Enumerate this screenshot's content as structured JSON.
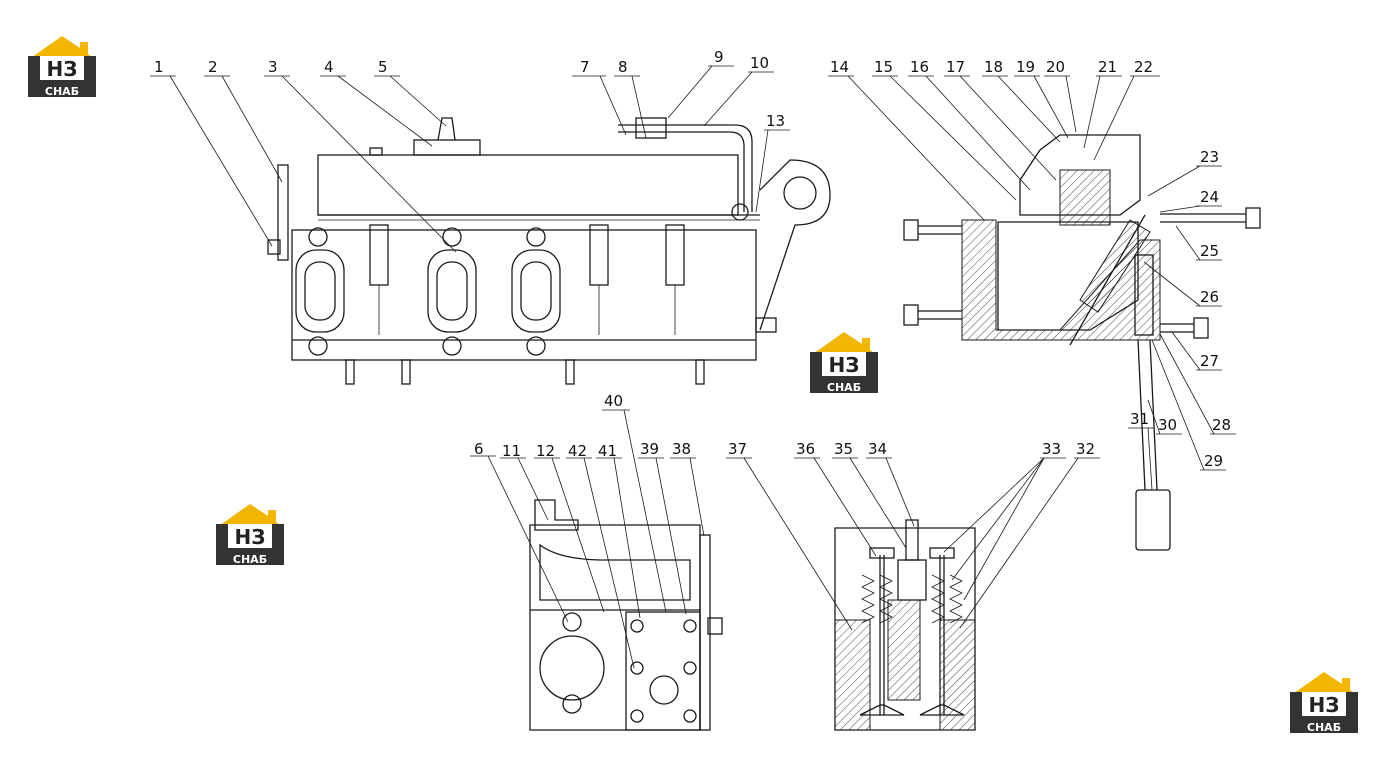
{
  "brand": {
    "logo_text": "HЗ",
    "logo_subtext": "СНАБ",
    "colors": {
      "house": "#f3b600",
      "dark": "#333333",
      "letter_bg": "#ffffff"
    }
  },
  "callouts": [
    "1",
    "2",
    "3",
    "4",
    "5",
    "6",
    "7",
    "8",
    "9",
    "10",
    "11",
    "12",
    "13",
    "14",
    "15",
    "16",
    "17",
    "18",
    "19",
    "20",
    "21",
    "22",
    "23",
    "24",
    "25",
    "26",
    "27",
    "28",
    "29",
    "30",
    "31",
    "32",
    "33",
    "34",
    "35",
    "36",
    "37",
    "38",
    "39",
    "40",
    "41",
    "42"
  ],
  "colors": {
    "line": "#1a1a1a",
    "background": "#ffffff"
  }
}
